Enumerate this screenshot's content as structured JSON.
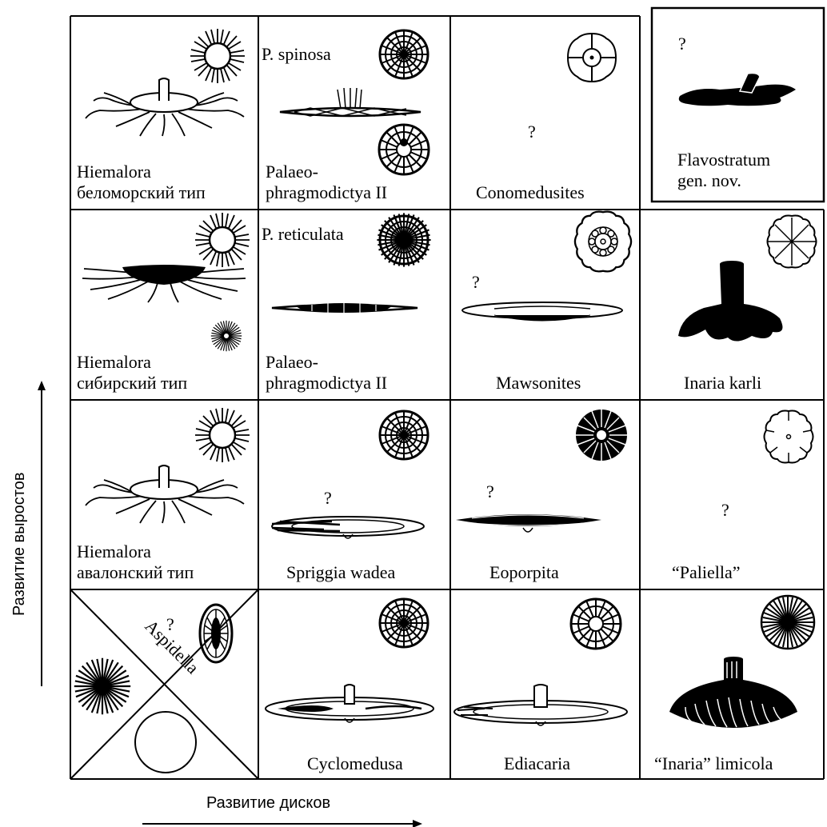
{
  "x_axis_label": "Развитие дисков",
  "y_axis_label": "Развитие выростов",
  "question_mark": "?",
  "cells": {
    "r1c1": {
      "name_line1": "Hiemalora",
      "name_line2": "беломорский тип"
    },
    "r1c2": {
      "tag": "P. spinosa",
      "name_line1": "Palaeo-",
      "name_line2": "phragmodictya II"
    },
    "r1c3": {
      "name": "Conomedusites"
    },
    "r1c4": {
      "name_line1": "Flavostratum",
      "name_line2": "gen. nov."
    },
    "r2c1": {
      "name_line1": "Hiemalora",
      "name_line2": "сибирский тип"
    },
    "r2c2": {
      "tag": "P. reticulata",
      "name_line1": "Palaeo-",
      "name_line2": "phragmodictya II"
    },
    "r2c3": {
      "name": "Mawsonites"
    },
    "r2c4": {
      "name": "Inaria karli"
    },
    "r3c1": {
      "name_line1": "Hiemalora",
      "name_line2": "авалонский тип"
    },
    "r3c2": {
      "name": "Spriggia wadea"
    },
    "r3c3": {
      "name": "Eoporpita"
    },
    "r3c4": {
      "name": "“Paliella”"
    },
    "r4c1": {
      "name": "Aspidella"
    },
    "r4c2": {
      "name": "Cyclomedusa"
    },
    "r4c3": {
      "name": "Ediacaria"
    },
    "r4c4": {
      "name": "“Inaria” limicola"
    }
  }
}
